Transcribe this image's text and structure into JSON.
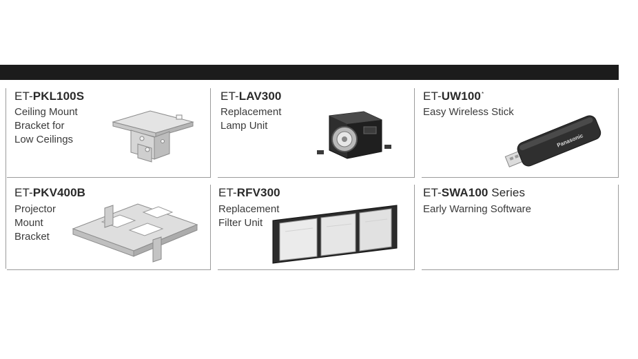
{
  "products": [
    {
      "prefix": "ET-",
      "code": "PKL100S",
      "suffix": "",
      "mark": "",
      "desc_lines": [
        "Ceiling Mount",
        "Bracket for",
        "Low Ceilings"
      ],
      "image_icon": "ceiling-bracket"
    },
    {
      "prefix": "ET-",
      "code": "LAV300",
      "suffix": "",
      "mark": "",
      "desc_lines": [
        "Replacement",
        "Lamp Unit"
      ],
      "image_icon": "lamp-unit"
    },
    {
      "prefix": "ET-",
      "code": "UW100",
      "suffix": "",
      "mark": "*",
      "desc_lines": [
        "Easy Wireless Stick"
      ],
      "image_icon": "usb-stick"
    },
    {
      "prefix": "ET-",
      "code": "PKV400B",
      "suffix": "",
      "mark": "",
      "desc_lines": [
        "Projector",
        "Mount",
        "Bracket"
      ],
      "image_icon": "mount-bracket"
    },
    {
      "prefix": "ET-",
      "code": "RFV300",
      "suffix": "",
      "mark": "",
      "desc_lines": [
        "Replacement",
        "Filter Unit"
      ],
      "image_icon": "filter-unit"
    },
    {
      "prefix": "ET-",
      "code": "SWA100",
      "suffix": " Series",
      "mark": "",
      "desc_lines": [
        "Early Warning Software"
      ],
      "image_icon": ""
    }
  ],
  "usb_stick_brand": "Panasonic",
  "colors": {
    "header_bar": "#1c1c1c",
    "divider": "#9a9a9a"
  }
}
